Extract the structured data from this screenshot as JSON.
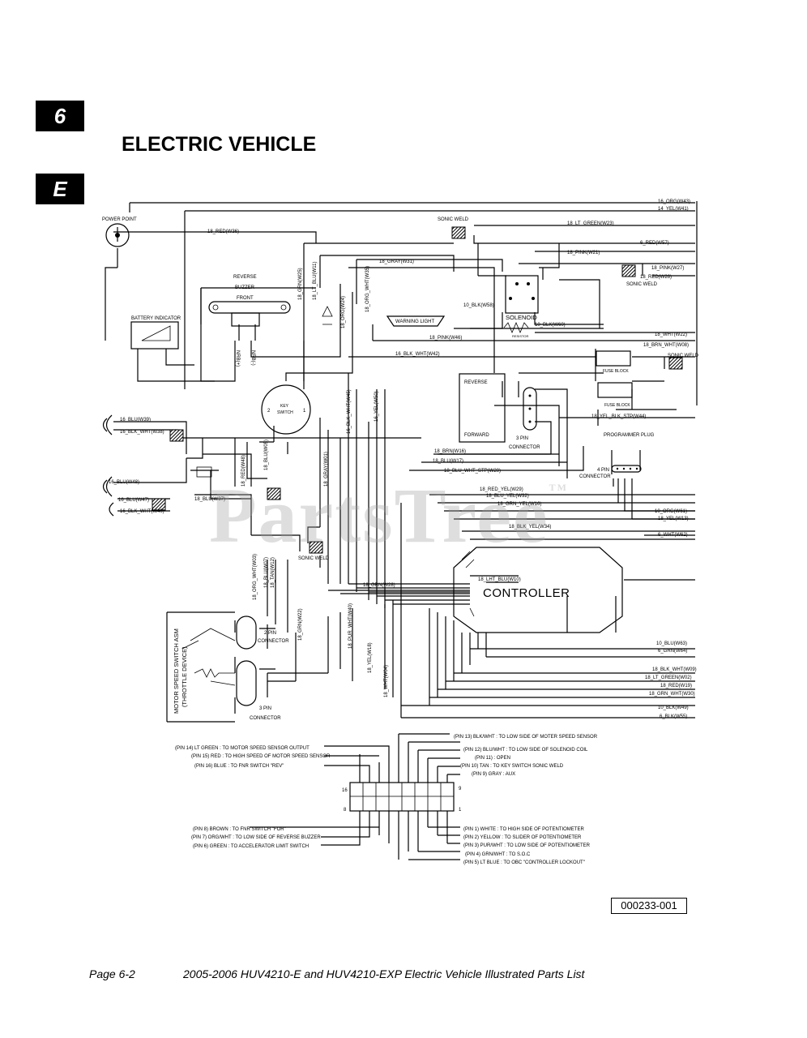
{
  "tabs": {
    "section": "6",
    "letter": "E"
  },
  "page_title": "ELECTRIC VEHICLE",
  "watermark": "PartsTree",
  "watermark_tm": "TM",
  "components": {
    "power_point": "POWER POINT",
    "sonic_weld": "SONIC WELD",
    "reverse_buzzer_1": "REVERSE",
    "reverse_buzzer_2": "BUZZER",
    "reverse_buzzer_3": "FRONT",
    "battery_indicator": "BATTERY INDICATOR",
    "solenoid": "SOLENOID",
    "resistor": "RESISTOR",
    "warning_light": "WARNING LIGHT",
    "key_switch_1": "KEY",
    "key_switch_2": "SWITCH",
    "fuse_block": "FUSE BLOCK",
    "reverse": "REVERSE",
    "forward": "FORWARD",
    "three_pin_connector_1": "3 PIN",
    "three_pin_connector_2": "CONNECTOR",
    "programmer_plug": "PROGRAMMER PLUG",
    "four_pin_1": "4 PIN",
    "four_pin_2": "CONNECTOR",
    "controller": "CONTROLLER",
    "two_pin_1": "2 PIN",
    "two_pin_2": "CONNECTOR",
    "motor_speed_1": "MOTOR SPEED SWITCH ASM",
    "motor_speed_2": "(THROTTLE DEVICE)"
  },
  "right_wires": [
    "16_ORG(W43)",
    "14_YEL(W41)",
    "18_LT_GREEN(W23)",
    "6_RED(W57)",
    "18_PINK(W21)",
    "18_PINK(W27)",
    "18_RED(W26)",
    "18_WHT(W22)",
    "18_BRN_WHT(W08)",
    "16_BLK_WHT(W42)",
    "18_YEL_BLK_STP(W44)",
    "10_ORG(W61)",
    "18_YEL(W13)",
    "6_WHT(W62)",
    "10_BLU(W63)",
    "6_GRN(W64)",
    "18_BLK_WHT(W09)",
    "18_LT_GREEN(W02)",
    "18_RED(W19)",
    "18_GRN_WHT(W30)",
    "10_BLK(W49)",
    "6_BLK(W55)"
  ],
  "inner_wires": [
    "18_RED(W36)",
    "18_GRAY(W31)",
    "10_BLK(W58)",
    "10_BLK(W60)",
    "18_PINK(W46)",
    "18_BRN(W16)",
    "18_BLU(W17)",
    "18_BLU_WHT_STP(W20)",
    "18_RED_YEL(W29)",
    "18_BLU_YEL(W32)",
    "18_GRN_YEL(W16)",
    "18_BLK_YEL(W34)",
    "18_LHT_BLU(W10)",
    "18_GRN(W28)",
    "16_BLU(W39)",
    "16_BLK_WHT(W38)",
    "16_BLU(W48)",
    "16_BLU(W47)",
    "16_BLK_WHT(W40)",
    "18_BLU(W37)"
  ],
  "vertical_wires": [
    "18_GRN(W25)",
    "18_LT_BLU(W11)",
    "18_ORG(W24)",
    "18_ORG_WHT(W35)",
    "16_BLK_WHT(W45)",
    "16_YEL(W50)",
    "18_BLU(W05)",
    "18_RED(W48)",
    "18_GRAY(W01)",
    "18_ORG_WHT(W03)",
    "18_BLU(W07)",
    "18_TAN(W12)",
    "18_GRN(W22)",
    "18_PUR_WHT(W40)",
    "18_YEL(W18)",
    "18_WHT(W04)",
    "NRB(+)",
    "NRB(-)"
  ],
  "pinout_left": [
    "(PIN 14) LT GREEN   : TO MOTOR SPEED SENSOR OUTPUT",
    "(PIN 15) RED   : TO HIGH SPEED OF MOTOR SPEED SENSOR",
    "(PIN 16) BLUE   : TO FNR SWITCH \"REV\"",
    "(PIN 8) BROWN   : TO FNR SWITCH \"FOR\"",
    "(PIN 7) ORG/WHT   : TO LOW SIDE OF REVERSE BUZZER",
    "(PIN 6) GREEN   : TO ACCELERATOR LIMIT SWITCH"
  ],
  "pinout_right": [
    "(PIN 13) BLK/WHT   : TO LOW SIDE OF MOTER SPEED SENSOR",
    "(PIN 12) BLU/WHT   : TO LOW SIDE OF SOLENOID COIL",
    "(PIN 11)   : OPEN",
    "(PIN 10) TAN   : TO KEY SWITCH SONIC WELD",
    "(PIN 9) GRAY   : AUX",
    "(PIN 1) WHITE   : TO HIGH SIDE OF POTENTIOMETER",
    "(PIN 2) YELLOW   : TO SLIDER OF POTENTIOMETER",
    "(PIN 3) PUR/WHT   : TO LOW SIDE OF POTENTIOMETER",
    "(PIN 4) GRN/WHT   : TO S.O.C",
    "(PIN 5) LT BLUE   : TO OBC \"CONTROLLER LOCKOUT\""
  ],
  "connector_pins": {
    "p16": "16",
    "p8": "8",
    "p9": "9",
    "p1": "1",
    "k2": "2",
    "k1": "1"
  },
  "doc_number": "000233-001",
  "footer": {
    "page": "Page 6-2",
    "title": "2005-2006 HUV4210-E and HUV4210-EXP Electric Vehicle Illustrated Parts List"
  }
}
